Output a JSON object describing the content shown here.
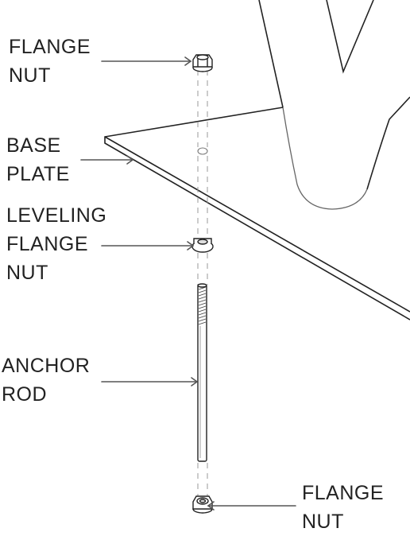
{
  "labels": {
    "top_flange_nut": [
      "FLANGE",
      "NUT"
    ],
    "base_plate": [
      "BASE",
      "PLATE"
    ],
    "leveling_flange_nut": [
      "LEVELING",
      "FLANGE",
      "NUT"
    ],
    "anchor_rod": [
      "ANCHOR",
      "ROD"
    ],
    "bottom_flange_nut": [
      "FLANGE",
      "NUT"
    ]
  },
  "colors": {
    "line": "#222222",
    "leader": "#555555",
    "background": "#ffffff"
  }
}
